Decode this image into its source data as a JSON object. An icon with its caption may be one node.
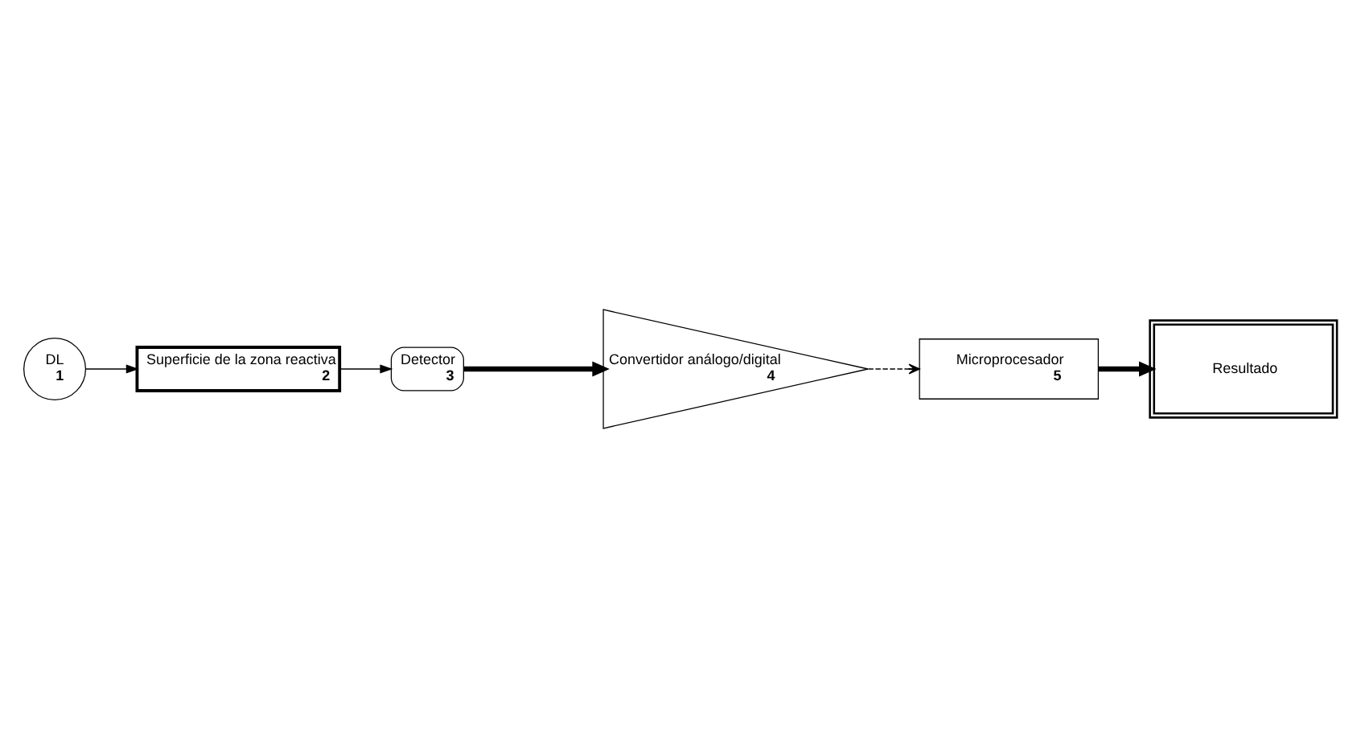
{
  "diagram": {
    "nodes": [
      {
        "text": [
          "DL",
          "1"
        ]
      },
      {
        "text": [
          "Superficie de la zona reactiva",
          "2"
        ]
      },
      {
        "text": [
          "Detector",
          "3"
        ]
      },
      {
        "text": [
          "Convertidor análogo/digital",
          "4"
        ]
      },
      {
        "text": [
          "Microprocesador",
          "5"
        ]
      },
      {
        "text": [
          "Resultado"
        ]
      }
    ],
    "edges": [
      {
        "from": 0,
        "to": 1,
        "arrow": "to"
      },
      {
        "from": 1,
        "to": 2,
        "arrow": "to"
      },
      {
        "from": 2,
        "to": 3,
        "arrow": "to",
        "style": "thick"
      },
      {
        "from": 3,
        "to": 4,
        "arrow": "to",
        "style": "dashed"
      },
      {
        "from": 4,
        "to": 5,
        "arrow": "to",
        "style": "thick"
      }
    ]
  }
}
